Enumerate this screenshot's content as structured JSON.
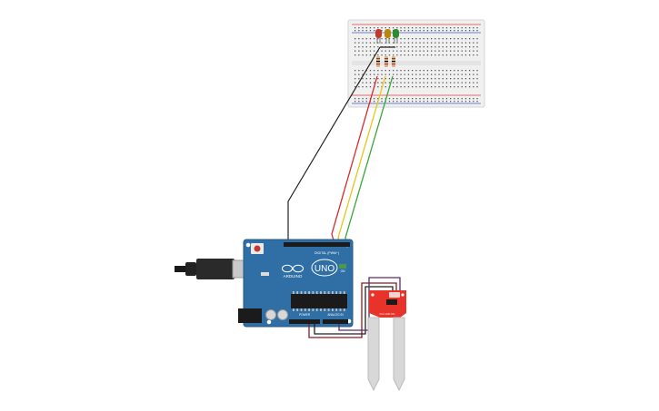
{
  "canvas": {
    "background": "#ffffff"
  },
  "breadboard": {
    "body_color": "#f0f0f0",
    "rail_red": "#e04040",
    "rail_blue": "#3a5fcd",
    "led_colors": [
      "#c0392b",
      "#b8860b",
      "#2e8b2e"
    ]
  },
  "wires": {
    "black": "#222222",
    "red": "#d62b2b",
    "yellow": "#e6c619",
    "green": "#3aa63a",
    "dark_red": "#8b1a1a",
    "purple": "#5b2a6e"
  },
  "arduino": {
    "board_color": "#2f6fa5",
    "brand_text": "UNO",
    "logo_text": "ARDUINO",
    "digital_label": "DIGITAL (PWM~)",
    "power_label": "POWER",
    "analog_label": "ANALOG IN",
    "on_label": "ON"
  },
  "sensor": {
    "board_color": "#e8332a",
    "chip_label": "VCC GND SIG"
  }
}
